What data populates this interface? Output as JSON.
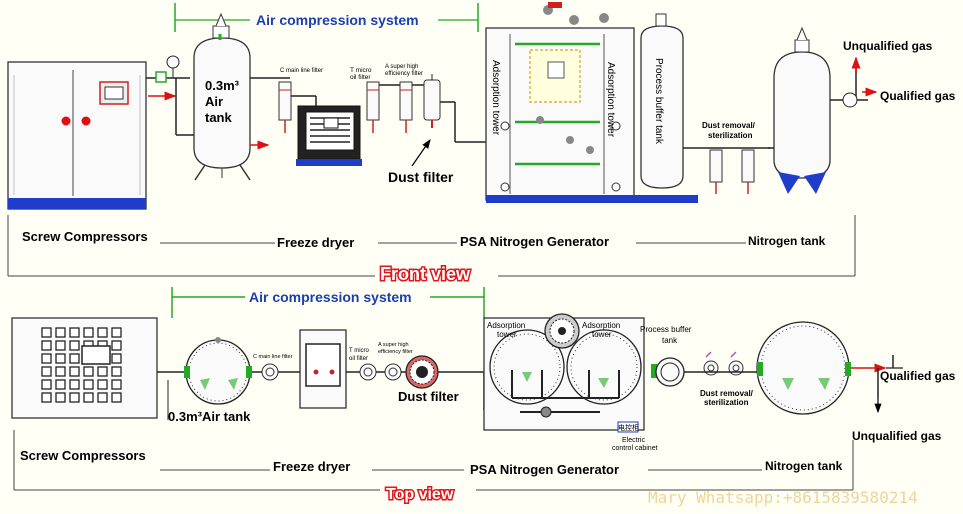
{
  "front": {
    "title": "Air compression system",
    "screw": "Screw Compressors",
    "tank_l1": "0.3m³",
    "tank_l2": "Air",
    "tank_l3": "tank",
    "c_filter": "C main line filter",
    "t_filter_1": "T micro",
    "t_filter_2": "oil filter",
    "a_filter_1": "A super high",
    "a_filter_2": "efficiency filter",
    "dust_filter": "Dust filter",
    "freeze_dryer": "Freeze dryer",
    "psa": "PSA Nitrogen Generator",
    "adsorption_tower": "Adsorption tower",
    "buffer_tank": "Process buffer tank",
    "dust_removal_1": "Dust removal/",
    "dust_removal_2": "sterilization",
    "nitrogen_tank": "Nitrogen tank",
    "unqualified": "Unqualified gas",
    "qualified": "Qualified gas",
    "view_label": "Front view"
  },
  "top": {
    "title": "Air compression system",
    "screw": "Screw Compressors",
    "air_tank": "0.3m³Air tank",
    "c_filter": "C main line filter",
    "t_filter_1": "T micro",
    "t_filter_2": "oil filter",
    "a_filter_1": "A super high",
    "a_filter_2": "efficiency filter",
    "dust_filter": "Dust filter",
    "freeze_dryer": "Freeze dryer",
    "psa": "PSA Nitrogen Generator",
    "adsorption_1": "Adsorption",
    "adsorption_2": "tower",
    "buffer_1": "Process buffer",
    "buffer_2": "tank",
    "cabinet_sign": "电控柜",
    "cabinet_1": "Electric",
    "cabinet_2": "control cabinet",
    "dust_removal_1": "Dust removal/",
    "dust_removal_2": "sterilization",
    "nitrogen_tank": "Nitrogen tank",
    "qualified": "Qualified gas",
    "unqualified": "Unqualified gas",
    "view_label": "Top view"
  },
  "watermark": "Mary Whatsapp:+8615839580214",
  "colors": {
    "accent_blue": "#1a3fb0",
    "pipe_green": "#22aa22",
    "flow_red": "#dd1111",
    "view_red": "#e0161b"
  }
}
